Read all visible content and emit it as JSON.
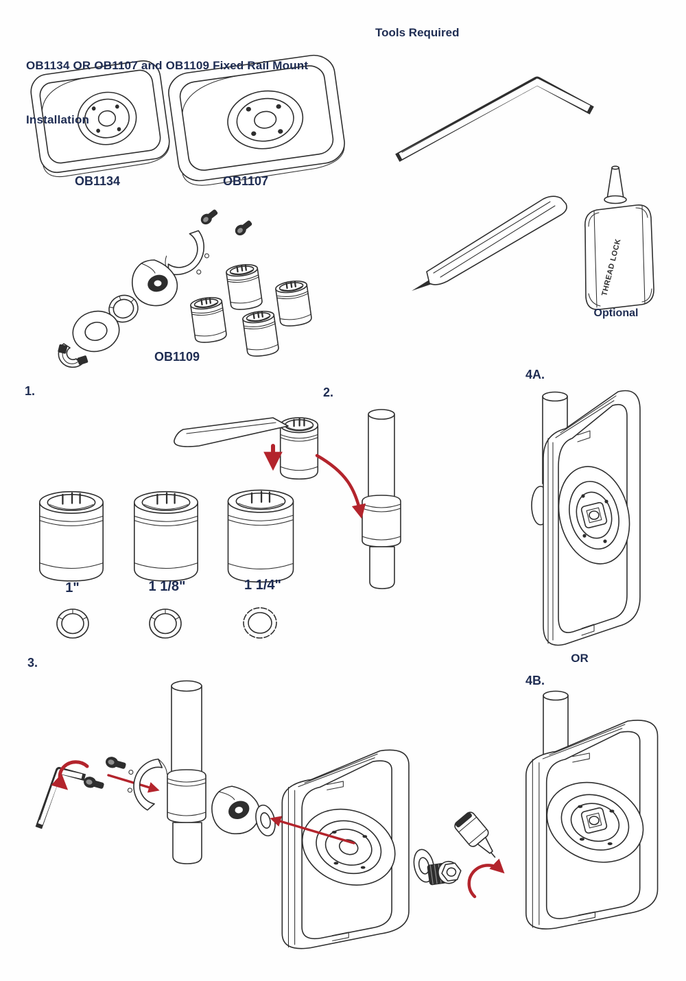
{
  "header": {
    "title_line1": "OB1134 OR OB1107 and OB1109 Fixed Rail Mount",
    "title_line2": "Installation",
    "tools_heading": "Tools Required"
  },
  "part_labels": {
    "small_plate": "OB1134",
    "large_plate": "OB1107",
    "hardware_kit": "OB1109"
  },
  "tools": {
    "optional_label": "Optional",
    "bottle_text": "THREAD LOCK"
  },
  "steps": {
    "step1": "1.",
    "step2": "2.",
    "step3": "3.",
    "step4a": "4A.",
    "step4b": "4B.",
    "or_label": "OR"
  },
  "bushing_sizes": {
    "small": "1\"",
    "medium": "1 1/8\"",
    "large": "1 1/4\""
  },
  "colors": {
    "text_navy": "#1e2c52",
    "line_ink": "#2e2e2e",
    "arrow_red": "#b3242c",
    "background": "#fefefe"
  }
}
